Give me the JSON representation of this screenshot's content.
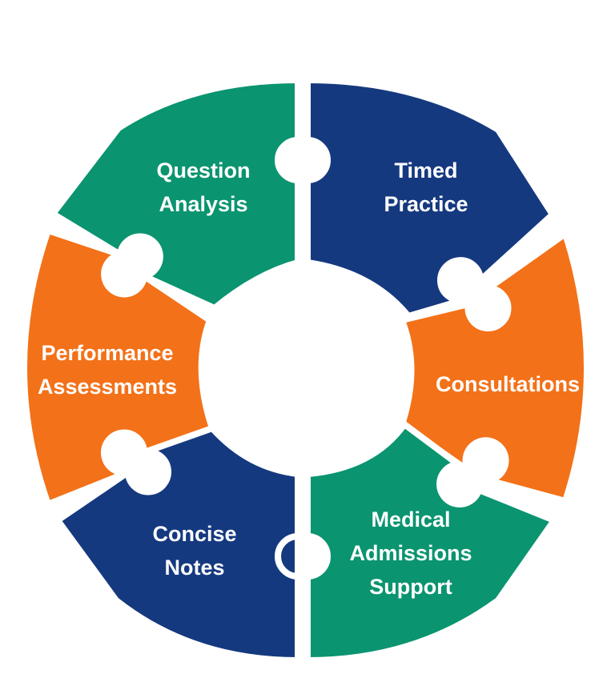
{
  "diagram": {
    "colors": {
      "green": "#0a9470",
      "navy": "#15397f",
      "orange": "#f37118",
      "background": "#ffffff"
    },
    "segments": [
      {
        "id": "question-analysis",
        "lines": [
          "Question",
          "Analysis"
        ],
        "color": "green"
      },
      {
        "id": "timed-practice",
        "lines": [
          "Timed",
          "Practice"
        ],
        "color": "navy"
      },
      {
        "id": "consultations",
        "lines": [
          "Consultations"
        ],
        "color": "orange"
      },
      {
        "id": "medical-admissions-support",
        "lines": [
          "Medical",
          "Admissions",
          "Support"
        ],
        "color": "green"
      },
      {
        "id": "concise-notes",
        "lines": [
          "Concise",
          "Notes"
        ],
        "color": "navy"
      },
      {
        "id": "performance-assessments",
        "lines": [
          "Performance",
          "Assessments"
        ],
        "color": "orange"
      }
    ]
  }
}
